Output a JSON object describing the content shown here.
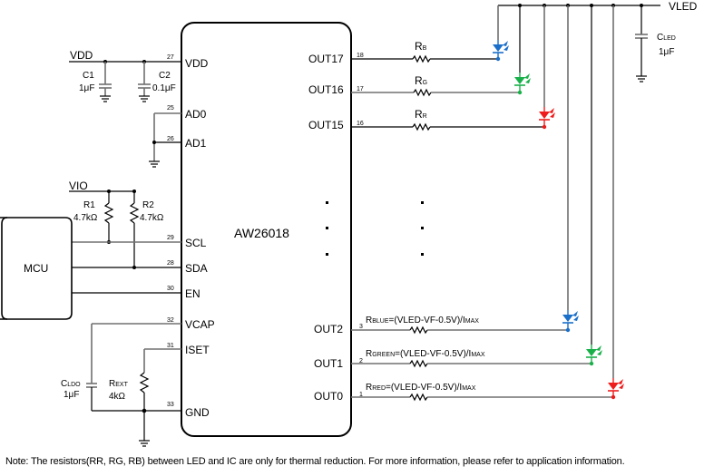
{
  "chip": {
    "name": "AW26018",
    "left_pins": [
      {
        "num": "27",
        "name": "VDD"
      },
      {
        "num": "25",
        "name": "AD0"
      },
      {
        "num": "26",
        "name": "AD1"
      },
      {
        "num": "29",
        "name": "SCL"
      },
      {
        "num": "28",
        "name": "SDA"
      },
      {
        "num": "30",
        "name": "EN"
      },
      {
        "num": "32",
        "name": "VCAP"
      },
      {
        "num": "31",
        "name": "ISET"
      },
      {
        "num": "33",
        "name": "GND"
      }
    ],
    "right_pins": [
      {
        "num": "18",
        "name": "OUT17"
      },
      {
        "num": "17",
        "name": "OUT16"
      },
      {
        "num": "16",
        "name": "OUT15"
      },
      {
        "num": "3",
        "name": "OUT2"
      },
      {
        "num": "2",
        "name": "OUT1"
      },
      {
        "num": "1",
        "name": "OUT0"
      }
    ]
  },
  "nets": {
    "vdd": "VDD",
    "vio": "VIO",
    "vled": "VLED"
  },
  "mcu": {
    "label": "MCU"
  },
  "components": {
    "c1": {
      "ref": "C1",
      "value": "1μF"
    },
    "c2": {
      "ref": "C2",
      "value": "0.1μF"
    },
    "r1": {
      "ref": "R1",
      "value": "4.7kΩ"
    },
    "r2": {
      "ref": "R2",
      "value": "4.7kΩ"
    },
    "cldo": {
      "ref_main": "C",
      "ref_sub": "LDO",
      "value": "1μF"
    },
    "rext": {
      "ref_main": "R",
      "ref_sub": "EXT",
      "value": "4kΩ"
    },
    "cled": {
      "ref_main": "C",
      "ref_sub": "LED",
      "value": "1μF"
    },
    "rb": {
      "ref_main": "R",
      "ref_sub": "B"
    },
    "rg": {
      "ref_main": "R",
      "ref_sub": "G"
    },
    "rr": {
      "ref_main": "R",
      "ref_sub": "R"
    },
    "rblue": {
      "ref_main": "R",
      "ref_sub": "BLUE",
      "formula": "=(VLED-VF-0.5V)/I",
      "formula_sub": "MAX"
    },
    "rgreen": {
      "ref_main": "R",
      "ref_sub": "GREEN",
      "formula": "=(VLED-VF-0.5V)/I",
      "formula_sub": "MAX"
    },
    "rred": {
      "ref_main": "R",
      "ref_sub": "RED",
      "formula": "=(VLED-VF-0.5V)/I",
      "formula_sub": "MAX"
    }
  },
  "led_colors": {
    "blue": "#1a6fc9",
    "green": "#19b04a",
    "red": "#ee1c1c"
  },
  "ellipsis": "⋮",
  "note": "Note: The resistors(RR, RG, RB) between LED and IC are only for thermal reduction. For more information, please refer to application information."
}
